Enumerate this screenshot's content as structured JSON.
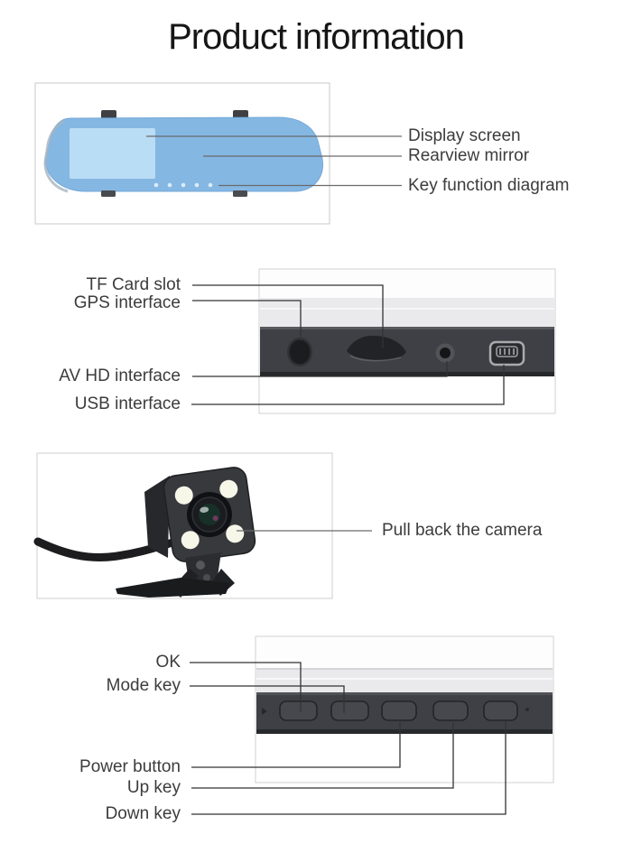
{
  "page": {
    "title": "Product information"
  },
  "colors": {
    "mirror_body": "#85b7e3",
    "mirror_screen": "#b9ddf5",
    "device_dark": "#3e4045",
    "panel_gray": "#eaeaec",
    "label_text": "#3c3c3c",
    "leader_line_dark": "#333333",
    "leader_line_gray": "#6a6a6a",
    "box_border": "#c9c9c9"
  },
  "sections": {
    "mirror": {
      "labels": [
        {
          "text": "Display screen"
        },
        {
          "text": "Rearview mirror"
        },
        {
          "text": "Key function diagram"
        }
      ]
    },
    "ports": {
      "labels": [
        {
          "text": "TF Card slot"
        },
        {
          "text": "GPS interface"
        },
        {
          "text": "AV HD interface"
        },
        {
          "text": "USB interface"
        }
      ]
    },
    "camera": {
      "labels": [
        {
          "text": "Pull back the camera"
        }
      ]
    },
    "keys": {
      "labels": [
        {
          "text": "OK"
        },
        {
          "text": "Mode key"
        },
        {
          "text": "Power button"
        },
        {
          "text": "Up key"
        },
        {
          "text": "Down key"
        }
      ]
    }
  }
}
